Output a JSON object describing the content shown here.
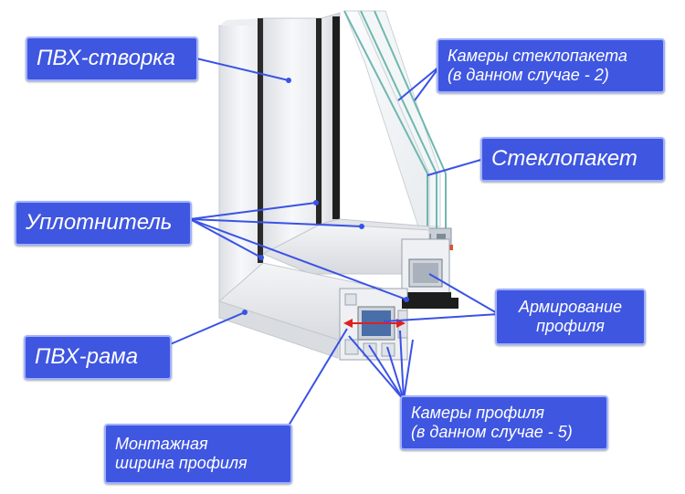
{
  "labels": {
    "sash": "ПВХ-створка",
    "chambers_glass_line1": "Камеры стеклопакета",
    "chambers_glass_line2": "(в данном случае - 2)",
    "glass_unit": "Стеклопакет",
    "seal": "Уплотнитель",
    "reinforcement_line1": "Армирование",
    "reinforcement_line2": "профиля",
    "frame": "ПВХ-рама",
    "profile_chambers_line1": "Камеры профиля",
    "profile_chambers_line2": "(в данном случае - 5)",
    "mounting_width_line1": "Монтажная",
    "mounting_width_line2": "ширина профиля"
  },
  "colors": {
    "label_fill": "#3f56e0",
    "label_border": "#9fb1ff",
    "leader_line": "#3a52e6",
    "arrow": "#e02020",
    "pvc_white": "#f2f3f5",
    "seal_black": "#1b1b1b",
    "steel": "#8a95a3",
    "glass_edge": "#6fb7b0"
  }
}
